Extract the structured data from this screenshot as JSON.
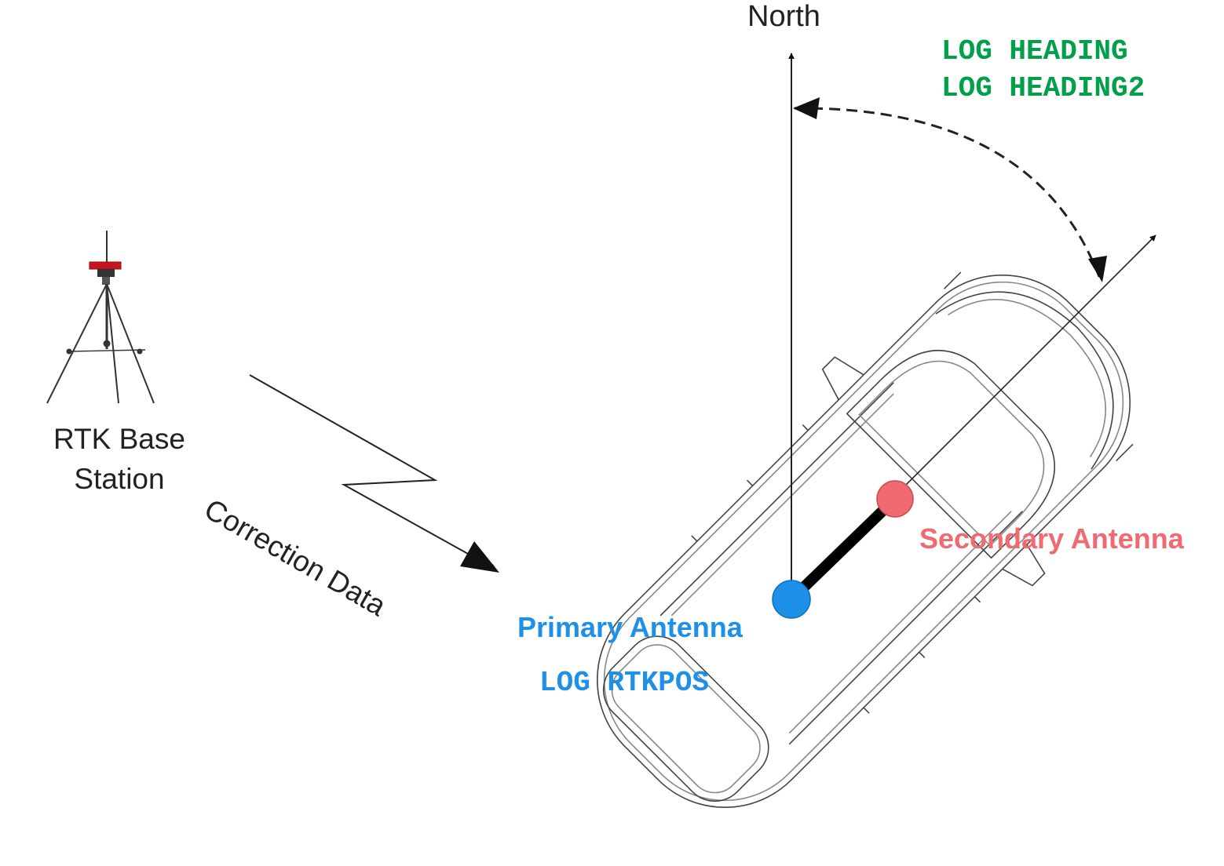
{
  "labels": {
    "north": "North",
    "base_station_line1": "RTK Base",
    "base_station_line2": "Station",
    "correction_data": "Correction Data",
    "log_heading": "LOG HEADING",
    "log_heading2": "LOG HEADING2",
    "primary_antenna": "Primary Antenna",
    "log_rtkpos": "LOG RTKPOS",
    "secondary_antenna": "Secondary Antenna"
  },
  "colors": {
    "primary": "#1e90e8",
    "secondary": "#f06a72",
    "log_heading": "#00a04a",
    "line": "#222222",
    "antenna_red": "#c8141e"
  },
  "icons": {
    "base_station": "tripod-gnss-base-icon",
    "vehicle": "car-top-view-outline",
    "radio_link": "lightning-zigzag-arrow"
  }
}
